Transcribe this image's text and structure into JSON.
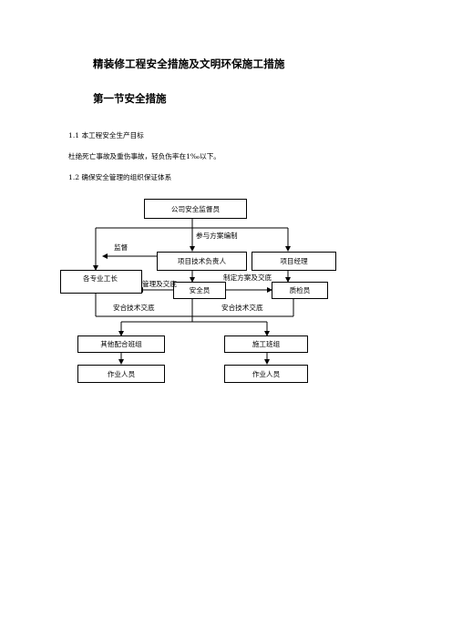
{
  "document": {
    "title": "精装修工程安全措施及文明环保施工措施",
    "section_title": "第一节安全措施",
    "item_1_1": "1.1 本工程安全生产目标",
    "goal_text": "杜绝死亡事故及重伤事故，轻负伤率在1‰以下。",
    "item_1_2": "1.2 确保安全管理的组织保证体系"
  },
  "org_chart": {
    "boxes": {
      "company_supervisor": "公司安全监督员",
      "project_tech_lead": "项目技术负责人",
      "project_manager": "项目经理",
      "foremen": "各专业工长",
      "safety_officer": "安全员",
      "quality_inspector": "质检员",
      "other_teams": "其他配合班组",
      "construction_team": "施工班组",
      "workers_left": "作业人员",
      "workers_right": "作业人员"
    },
    "labels": {
      "plan_participation": "参与方案编制",
      "supervision": "监督",
      "management_handover": "管理及交底",
      "plan_handover": "制定方案及交底",
      "safety_tech_handover_left": "安合技术交底",
      "safety_tech_handover_right": "安合技术交底"
    }
  }
}
